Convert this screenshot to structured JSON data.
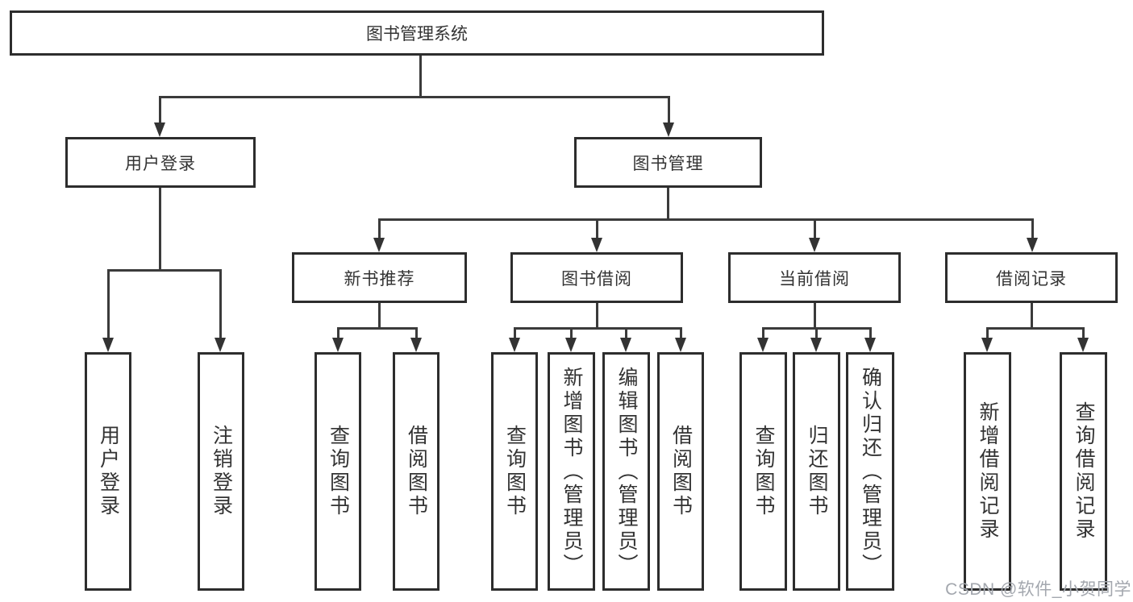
{
  "diagram": {
    "title": "图书管理系统",
    "watermark": "CSDN @软件_小贺同学",
    "colors": {
      "border": "#2d2d2d",
      "line": "#3b3b3b",
      "text": "#333333",
      "watermark": "#a3a7ae",
      "background": "#ffffff"
    },
    "tree": {
      "root": {
        "label": "图书管理系统"
      },
      "children": [
        {
          "label": "用户登录",
          "children": [
            {
              "label": "用户登录"
            },
            {
              "label": "注销登录"
            }
          ]
        },
        {
          "label": "图书管理",
          "children": [
            {
              "label": "新书推荐",
              "children": [
                {
                  "label": "查询图书"
                },
                {
                  "label": "借阅图书"
                }
              ]
            },
            {
              "label": "图书借阅",
              "children": [
                {
                  "label": "查询图书"
                },
                {
                  "label": "新增图书（管理员）"
                },
                {
                  "label": "编辑图书（管理员）"
                },
                {
                  "label": "借阅图书"
                }
              ]
            },
            {
              "label": "当前借阅",
              "children": [
                {
                  "label": "查询图书"
                },
                {
                  "label": "归还图书"
                },
                {
                  "label": "确认归还（管理员）"
                }
              ]
            },
            {
              "label": "借阅记录",
              "children": [
                {
                  "label": "新增借阅记录"
                },
                {
                  "label": "查询借阅记录"
                }
              ]
            }
          ]
        }
      ]
    }
  }
}
